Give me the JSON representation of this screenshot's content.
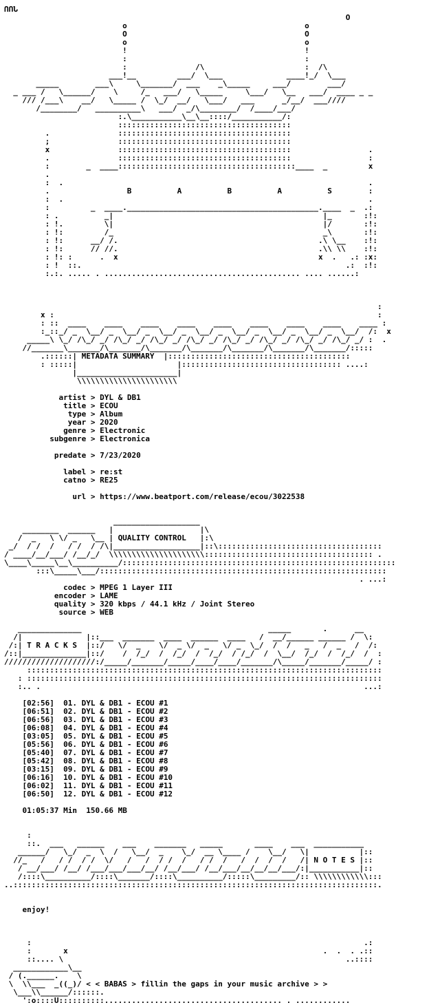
{
  "document": {
    "header": {
      "tag": "ՈՈՆ",
      "art": [
        "                                                                           O",
        "                          o                                       o",
        "                          O                                       O",
        "                          o                                       o",
        "                          !                                       !",
        "                          :                                       :",
        "                          :               /\\                      :  /\\",
        "                       ___!__         ___/  \\___              ____!_/  \\___",
        "       _____        ___\\     \\_______/  ___    _\\_____     ___/        ___/",
        "  _ ___ /   \\______/    \\     /_   ___/   \\_____     \\___/   \\__   ___/  ____ _ _",
        "    /// /___\\    __/   \\_____ /  \\_/  __/   \\___/   ___      _/__/  ___//// ",
        "       /________/   __________\\   ___/  _/\\________/  /____/___/",
        "                         :.\\___________\\__\\__::::/___________/:",
        "                         ::::::::::::::::::::::::::::::::::::::",
        "         .               ::::::::::::::::::::::::::::::::::::::",
        "         ;               ::::::::::::::::::::::::::::::::::::::",
        "         x               ::::::::::::::::::::::::::::::::::::::                 .",
        "         .               ::::::::::::::::::::::::::::::::::::::                 :",
        "         :        _  ____:::::::::::::::::::::::::::::::::::::::____  _         x",
        "         .",
        "         :  .                                                                   .",
        "         .                 B          A          B          A          S        :",
        "         :  .                                                                   .",
        "         :         _  ____.__________________________________________.____  _  .:",
        "         : .          _|                                              |_       :!:",
        "         : !.         \\|                                              |/       :!:",
        "         : !:         /_                                              _\\       :!:",
        "         : !:      __/ /.                                            .\\ \\__    :!:",
        "         : !:      // //.                                            .\\\\ \\\\    :!:",
        "         : !: :      .  x                                            x  .   .: :x:",
        "         : !  ::.                                                          .:  :!:",
        "         :.:. ..... . ........................................... .... ......:"
      ]
    },
    "metadata": {
      "banner_art": [
        "                                                                                  :",
        "        x :                                                                       :",
        "        : ::  ____    ____    ____    ____    ____    ____    ____    ____    ____ :",
        "        :_::_/ _  \\__/ _  \\__/ _  \\__/ _  \\__/ _  \\__/ _  \\__/ _  \\__/ _  \\__/  /:  x",
        "     _____\\ \\_/ /\\_/ _/ /\\_/ _/ /\\_/ _/ /\\_/ _/ /\\_/ _/ /\\_/ _/ /\\_/ _/ /\\_/ _/ :  .",
        "    //_______\\_______/\\_______/\\_______/\\_______/\\_______/\\_______/\\_______/:::::",
        "        .::::::|                      |:::::::::::::::::::::::::::::::::::::::: ",
        "        : :::::|                      |::::::::::::::::::::::::::::::::::: ....:",
        "               |______________________|",
        "                \\\\\\\\\\\\\\\\\\\\\\\\\\\\\\\\\\\\\\\\\\\\"
      ],
      "title": "METADATA SUMMARY",
      "labels": {
        "artist": "artist",
        "title": "title",
        "type": "type",
        "year": "year",
        "genre": "genre",
        "subgenre": "subgenre",
        "predate": "predate",
        "label": "label",
        "catno": "catno",
        "url": "url"
      },
      "values": {
        "artist": "DYL & DB1",
        "title": "ECOU",
        "type": "Album",
        "year": "2020",
        "genre": "Electronic",
        "subgenre": "Electronica",
        "predate": "7/23/2020",
        "label": "re:st",
        "catno": "RE25",
        "url": "https://www.beatport.com/release/ecou/3022538"
      }
    },
    "quality": {
      "title": "QUALITY CONTROL",
      "labels": {
        "codec": "codec",
        "encoder": "encoder",
        "quality": "quality",
        "source": "source"
      },
      "values": {
        "codec": "MPEG 1 Layer III",
        "encoder": "LAME",
        "quality": "320 kbps / 44.1 kHz / Joint Stereo",
        "source": "WEB"
      }
    },
    "tracks": {
      "title": "T R A C K S",
      "list": [
        {
          "time": "[02:56]",
          "num": "01.",
          "name": "DYL & DB1 - ECOU #1"
        },
        {
          "time": "[06:51]",
          "num": "02.",
          "name": "DYL & DB1 - ECOU #2"
        },
        {
          "time": "[06:56]",
          "num": "03.",
          "name": "DYL & DB1 - ECOU #3"
        },
        {
          "time": "[06:08]",
          "num": "04.",
          "name": "DYL & DB1 - ECOU #4"
        },
        {
          "time": "[03:05]",
          "num": "05.",
          "name": "DYL & DB1 - ECOU #5"
        },
        {
          "time": "[05:56]",
          "num": "06.",
          "name": "DYL & DB1 - ECOU #6"
        },
        {
          "time": "[05:40]",
          "num": "07.",
          "name": "DYL & DB1 - ECOU #7"
        },
        {
          "time": "[05:42]",
          "num": "08.",
          "name": "DYL & DB1 - ECOU #8"
        },
        {
          "time": "[03:15]",
          "num": "09.",
          "name": "DYL & DB1 - ECOU #9"
        },
        {
          "time": "[06:16]",
          "num": "10.",
          "name": "DYL & DB1 - ECOU #10"
        },
        {
          "time": "[06:02]",
          "num": "11.",
          "name": "DYL & DB1 - ECOU #11"
        },
        {
          "time": "[06:50]",
          "num": "12.",
          "name": "DYL & DB1 - ECOU #12"
        }
      ],
      "total_time": "01:05:37 Min",
      "total_size": "150.66 MB"
    },
    "notes": {
      "title": "N O T E S",
      "text": "enjoy!"
    },
    "footer": {
      "logo": "BABAS",
      "tagline": "fillin the gaps in your music archive"
    }
  }
}
